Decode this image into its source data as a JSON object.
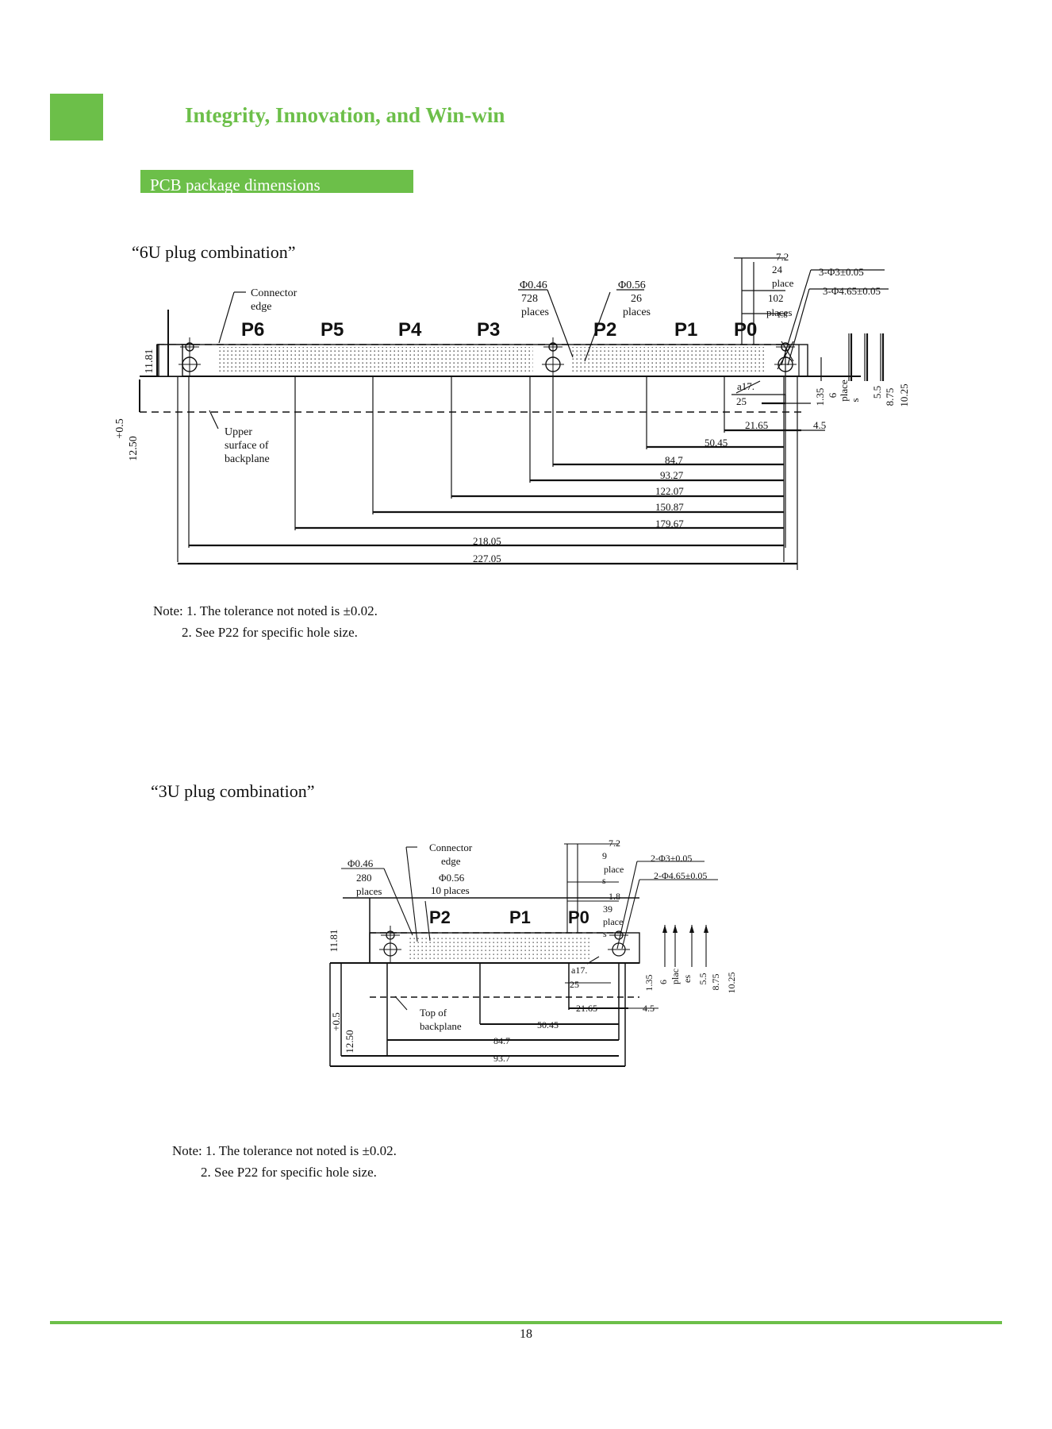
{
  "header": {
    "slogan": "Integrity, Innovation, and Win-win",
    "section_title": "PCB package dimensions"
  },
  "six_u": {
    "heading": "“6U plug combination”",
    "labels": {
      "connector_edge_1": "Connector",
      "connector_edge_2": "edge",
      "upper_surface_1": "Upper",
      "upper_surface_2": "surface of",
      "upper_surface_3": "backplane",
      "phi046": "Φ0.46",
      "places728": "728",
      "places_a": "places",
      "phi056": "Φ0.56",
      "places26": "26",
      "places_b": "places",
      "p6": "P6",
      "p5": "P5",
      "p4": "P4",
      "p3": "P3",
      "p2": "P2",
      "p1": "P1",
      "p0": "P0",
      "d72": "7.2",
      "d24": "24",
      "place": "place",
      "d102": "102",
      "d18": "1.8",
      "places_c": "places",
      "hole3": "3-Φ3±0.05",
      "hole465": "3-Φ4.65±0.05",
      "a17": "a17.",
      "d25": "25",
      "d1181": "11.81",
      "d05": "+0.5",
      "d1250": "12.50",
      "d135": "1.35",
      "d6": "6",
      "vplace": "place",
      "vs": "s",
      "d55": "5.5",
      "d875": "8.75",
      "d1025": "10.25",
      "d2165": "21.65",
      "d45": "4.5",
      "d5045": "50.45",
      "d847": "84.7",
      "d9327": "93.27",
      "d12207": "122.07",
      "d15087": "150.87",
      "d17967": "179.67",
      "d21805": "218.05",
      "d22705": "227.05"
    },
    "note_line1": "Note: 1. The tolerance not noted is ±0.02.",
    "note_line2": "2. See P22 for specific hole size."
  },
  "three_u": {
    "heading": "“3U plug combination”",
    "labels": {
      "connector_edge_1": "Connector",
      "connector_edge_2": "edge",
      "top_back_1": "Top of",
      "top_back_2": "backplane",
      "phi046": "Φ0.46",
      "places280": "280",
      "places_a": "places",
      "phi056": "Φ0.56",
      "places10": "10 places",
      "p2": "P2",
      "p1": "P1",
      "p0": "P0",
      "d72": "7.2",
      "d9": "9",
      "place": "place",
      "s1": "s",
      "d18": "1.8",
      "d39": "39",
      "place2": "place",
      "s2": "s",
      "hole3": "2-Φ3±0.05",
      "hole465": "2-Φ4.65±0.05",
      "a17": "a17.",
      "d25": "25",
      "d1181": "11.81",
      "d05": "+0.5",
      "d1250": "12.50",
      "d135": "1.35",
      "d6": "6",
      "vplac": "plac",
      "ves": "es",
      "d55": "5.5",
      "d875": "8.75",
      "d1025": "10.25",
      "d2165": "21.65",
      "d45": "4.5",
      "d5045": "50.45",
      "d847": "84.7",
      "d937": "93.7"
    },
    "note_line1": "Note: 1. The tolerance not noted is ±0.02.",
    "note_line2": "2. See P22 for specific hole size."
  },
  "footer": {
    "page_number": "18"
  },
  "colors": {
    "accent_green": "#6cbf49"
  }
}
